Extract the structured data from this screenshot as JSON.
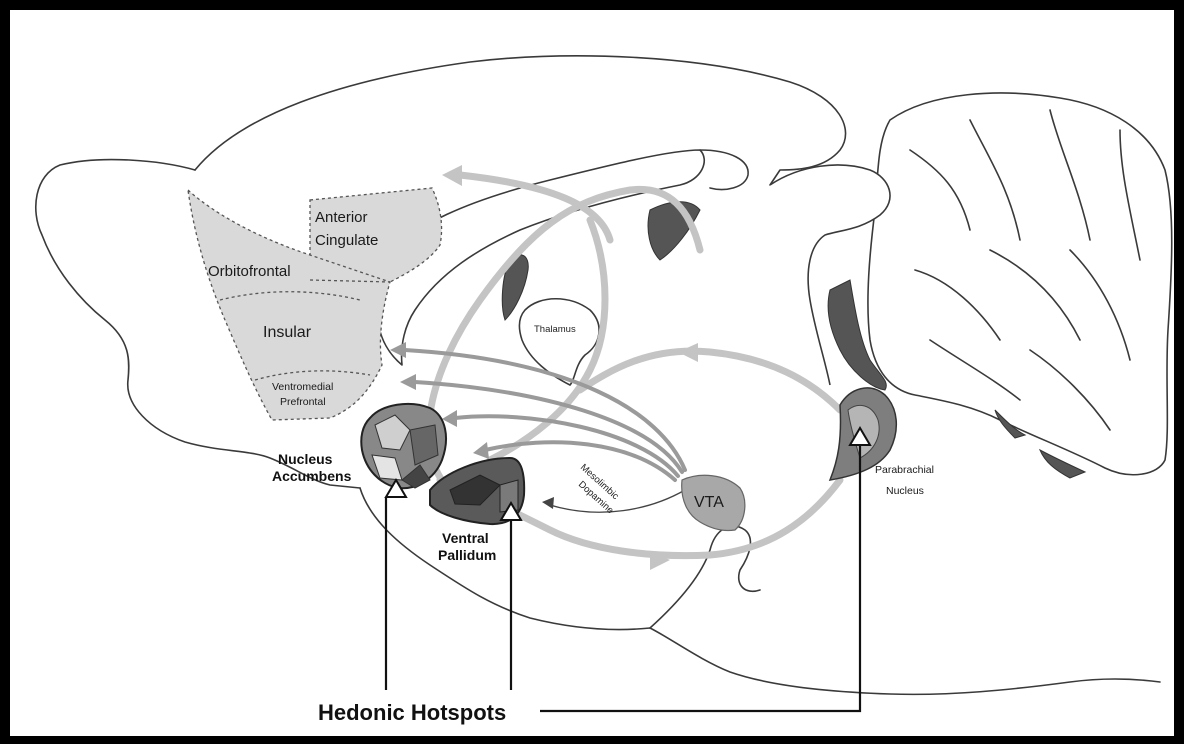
{
  "labels": {
    "anterior_cingulate_1": "Anterior",
    "anterior_cingulate_2": "Cingulate",
    "orbitofrontal": "Orbitofrontal",
    "insular": "Insular",
    "ventromedial_1": "Ventromedial",
    "ventromedial_2": "Prefrontal",
    "thalamus": "Thalamus",
    "nucleus_accumbens_1": "Nucleus",
    "nucleus_accumbens_2": "Accumbens",
    "ventral_pallidum_1": "Ventral",
    "ventral_pallidum_2": "Pallidum",
    "mesolimbic_1": "Mesolimbic",
    "mesolimbic_2": "Dopamine",
    "vta": "VTA",
    "parabrachial_1": "Parabrachial",
    "parabrachial_2": "Nucleus",
    "hedonic_hotspots": "Hedonic Hotspots"
  },
  "colors": {
    "frame": "#000000",
    "region_fill": "#d9d9d9",
    "arrow_light": "#c4c4c4",
    "arrow_mid": "#9a9a9a",
    "dark_tissue": "#555555"
  }
}
